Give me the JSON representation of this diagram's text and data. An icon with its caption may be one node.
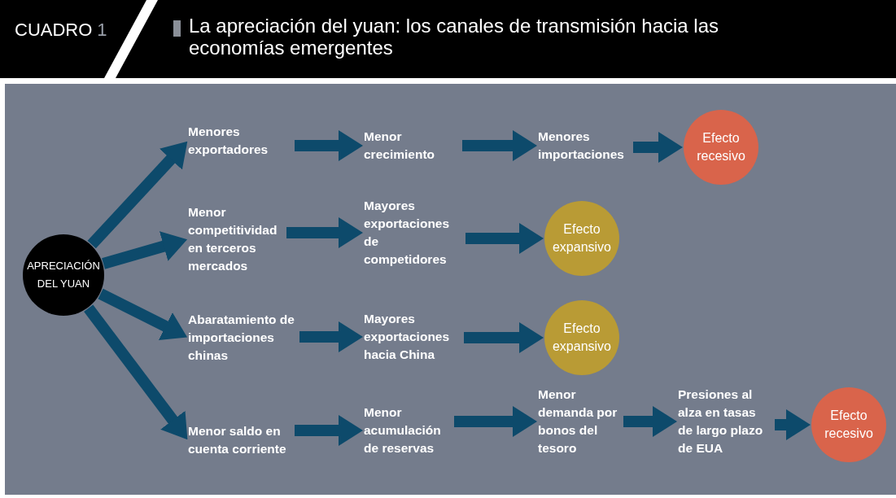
{
  "diagram": {
    "title": "La apreciación del yuan: los canales de transmisión hacia las economías emergentes",
    "nodes": [
      {
        "text": [
          "APRECIACIÓN DEL YUAN"
        ]
      },
      {
        "text": [
          "Menores exportadores"
        ]
      },
      {
        "text": [
          "Menor crecimiento"
        ]
      },
      {
        "text": [
          "Menores importaciones"
        ]
      },
      {
        "text": [
          "Efecto recesivo"
        ]
      },
      {
        "text": [
          "Menor competitividad en terceros mercados"
        ]
      },
      {
        "text": [
          "Mayores exportaciones de competidores"
        ]
      },
      {
        "text": [
          "Efecto expansivo"
        ]
      },
      {
        "text": [
          "Abaratamiento de importaciones chinas"
        ]
      },
      {
        "text": [
          "Mayores exportaciones hacia China"
        ]
      },
      {
        "text": [
          "Efecto expansivo"
        ]
      },
      {
        "text": [
          "Menor saldo en cuenta corriente"
        ]
      },
      {
        "text": [
          "Menor acumulación de reservas"
        ]
      },
      {
        "text": [
          "Menor demanda por bonos del tesoro"
        ]
      },
      {
        "text": [
          "Presiones al alza en tasas de largo plazo de EUA"
        ]
      },
      {
        "text": [
          "Efecto recesivo"
        ]
      }
    ],
    "edges": [
      {
        "from": 0,
        "to": 1,
        "arrow": "to"
      },
      {
        "from": 0,
        "to": 5,
        "arrow": "to"
      },
      {
        "from": 0,
        "to": 8,
        "arrow": "to"
      },
      {
        "from": 0,
        "to": 11,
        "arrow": "to"
      },
      {
        "from": 1,
        "to": 2,
        "arrow": "to"
      },
      {
        "from": 2,
        "to": 3,
        "arrow": "to"
      },
      {
        "from": 3,
        "to": 4,
        "arrow": "to"
      },
      {
        "from": 5,
        "to": 6,
        "arrow": "to"
      },
      {
        "from": 6,
        "to": 7,
        "arrow": "to"
      },
      {
        "from": 8,
        "to": 9,
        "arrow": "to"
      },
      {
        "from": 9,
        "to": 10,
        "arrow": "to"
      },
      {
        "from": 11,
        "to": 12,
        "arrow": "to"
      },
      {
        "from": 12,
        "to": 13,
        "arrow": "to"
      },
      {
        "from": 13,
        "to": 14,
        "arrow": "to"
      },
      {
        "from": 14,
        "to": 15,
        "arrow": "to"
      }
    ],
    "labels": [
      "CUADRO",
      "1"
    ]
  }
}
